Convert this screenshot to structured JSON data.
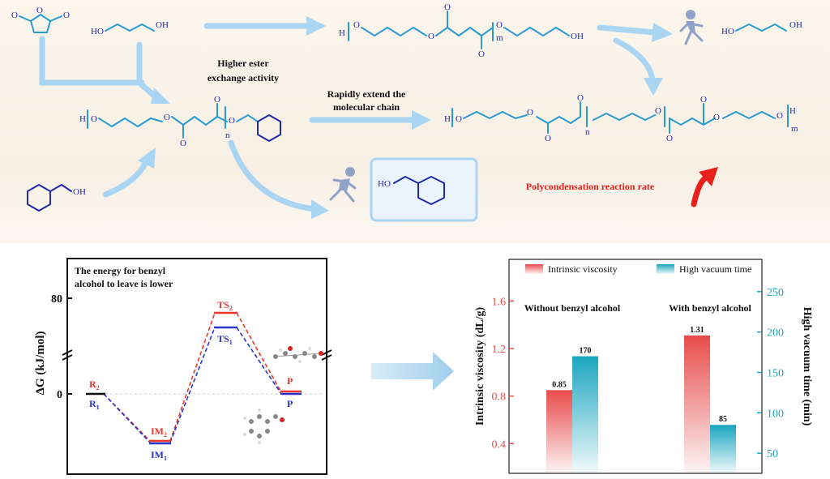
{
  "scheme": {
    "label_higher_ester_1": "Higher ester",
    "label_higher_ester_2": "exchange activity",
    "label_extend_1": "Rapidly extend the",
    "label_extend_2": "molecular chain",
    "label_rate": "Polycondensation reaction rate",
    "atom_O": "O",
    "atom_HO": "HO",
    "atom_OH": "OH",
    "atom_H": "H",
    "sub_n": "n",
    "sub_m": "m"
  },
  "energy": {
    "note_line1": "The energy for benzyl",
    "note_line2": "alcohol to leave is lower",
    "ylabel": "ΔG (kJ/mol)",
    "yticks": [
      "80",
      "0"
    ],
    "states": [
      {
        "top": "R",
        "top_sub": "2",
        "bottom": "R",
        "bottom_sub": "1"
      },
      {
        "top": "IM",
        "top_sub": "2",
        "bottom": "IM",
        "bottom_sub": "1"
      },
      {
        "top": "TS",
        "top_sub": "2",
        "bottom": "TS",
        "bottom_sub": "1"
      },
      {
        "top": "P",
        "top_sub": "",
        "bottom": "P",
        "bottom_sub": ""
      }
    ],
    "colors": {
      "red": "#e8372d",
      "blue": "#2a35c8"
    }
  },
  "chart_data": {
    "type": "bar",
    "categories": [
      "Without benzyl alcohol",
      "With benzyl alcohol"
    ],
    "series": [
      {
        "name": "Intrinsic viscosity",
        "values": [
          0.85,
          1.31
        ],
        "labels": [
          "0.85",
          "1.31"
        ],
        "axis": "left",
        "color": "#e84b4b"
      },
      {
        "name": "High vacuum time",
        "values": [
          170,
          85
        ],
        "labels": [
          "170",
          "85"
        ],
        "axis": "right",
        "color": "#1aa5bf"
      }
    ],
    "ylabel": "Intrinsic viscosity (dL/g)",
    "y2label": "High vacuum time (min)",
    "ylim": [
      0.15,
      1.95
    ],
    "y2lim": [
      25,
      290
    ],
    "yticks": [
      "0.4",
      "0.8",
      "1.2",
      "1.6"
    ],
    "y2ticks": [
      "50",
      "100",
      "150",
      "200",
      "250"
    ],
    "legend": "top"
  }
}
